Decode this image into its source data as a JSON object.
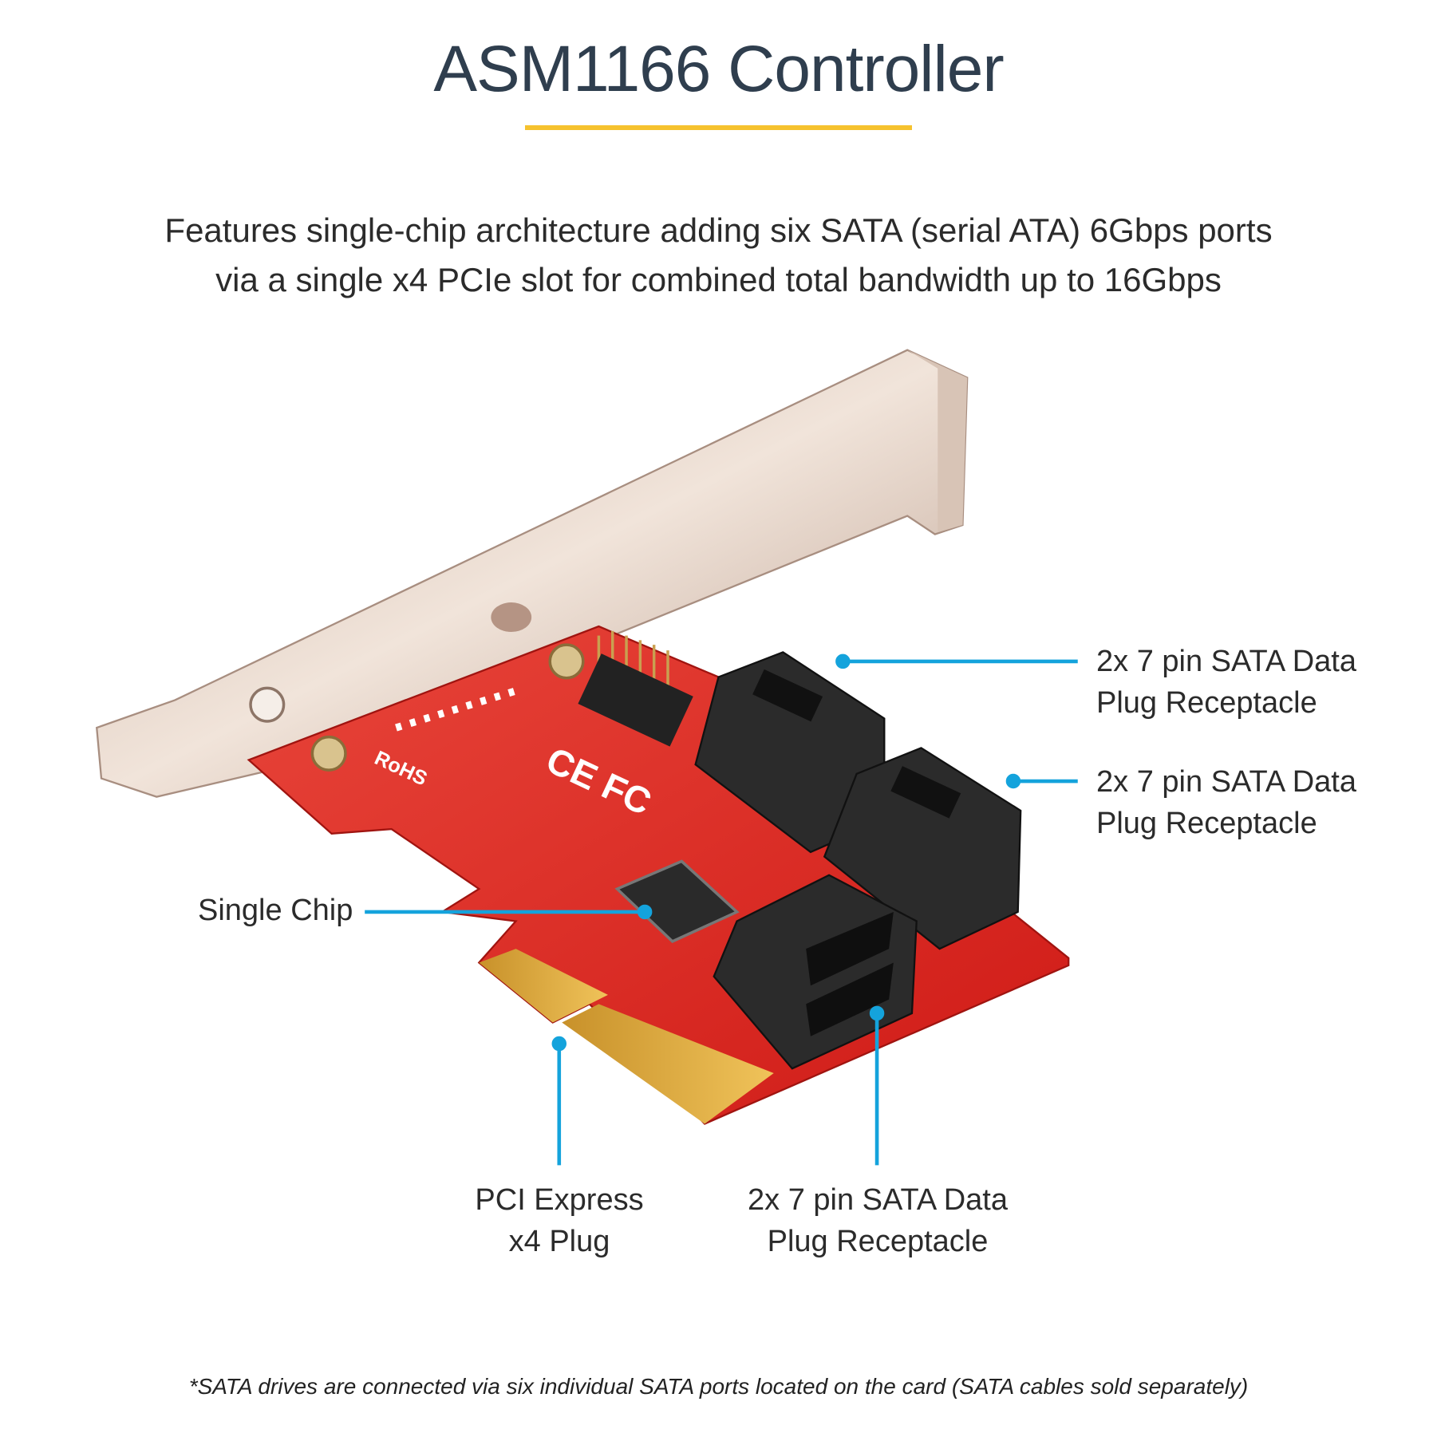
{
  "title": "ASM1166 Controller",
  "subtitle": {
    "line1": "Features single-chip architecture adding six SATA (serial ATA) 6Gbps ports",
    "line2": "via a single x4 PCIe slot for combined total bandwidth up to 16Gbps"
  },
  "callouts": {
    "sata_top": {
      "line1": "2x 7 pin SATA Data",
      "line2": "Plug Receptacle"
    },
    "sata_middle": {
      "line1": "2x 7 pin SATA Data",
      "line2": "Plug Receptacle"
    },
    "sata_bottom": {
      "line1": "2x 7 pin SATA Data",
      "line2": "Plug Receptacle"
    },
    "chip": {
      "line1": "Single Chip"
    },
    "pcie": {
      "line1": "PCI Express",
      "line2": "x4 Plug"
    }
  },
  "footnote": "*SATA drives are connected via six individual SATA ports located on the card (SATA cables sold separately)",
  "colors": {
    "accent": "#f6c22e",
    "leader": "#14a3dc",
    "pcb": "#e0241f"
  }
}
